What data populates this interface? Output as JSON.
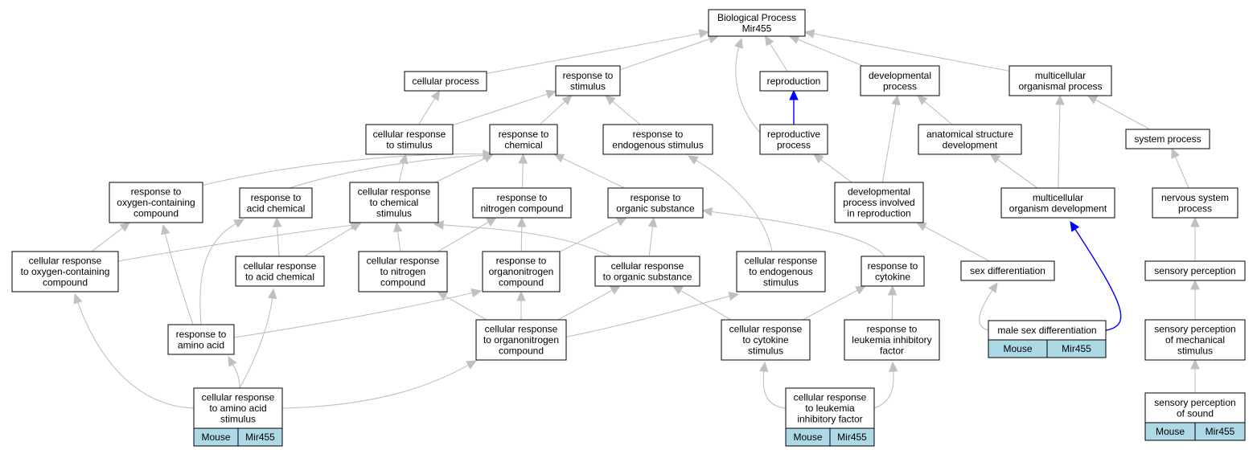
{
  "nodes": {
    "bp": {
      "lines": [
        "Biological Process",
        "Mir455"
      ]
    },
    "cp": {
      "lines": [
        "cellular process"
      ]
    },
    "rts": {
      "lines": [
        "response to",
        "stimulus"
      ]
    },
    "repro": {
      "lines": [
        "reproduction"
      ]
    },
    "devp": {
      "lines": [
        "developmental",
        "process"
      ]
    },
    "mop": {
      "lines": [
        "multicellular",
        "organismal process"
      ]
    },
    "crts": {
      "lines": [
        "cellular response",
        "to stimulus"
      ]
    },
    "rtc": {
      "lines": [
        "response to",
        "chemical"
      ]
    },
    "rtes": {
      "lines": [
        "response to",
        "endogenous stimulus"
      ]
    },
    "rp": {
      "lines": [
        "reproductive",
        "process"
      ]
    },
    "asd": {
      "lines": [
        "anatomical structure",
        "development"
      ]
    },
    "sp": {
      "lines": [
        "system process"
      ]
    },
    "rtocc": {
      "lines": [
        "response to",
        "oxygen-containing",
        "compound"
      ]
    },
    "rtac": {
      "lines": [
        "response to",
        "acid chemical"
      ]
    },
    "crtcs": {
      "lines": [
        "cellular response",
        "to chemical",
        "stimulus"
      ]
    },
    "rtnc": {
      "lines": [
        "response to",
        "nitrogen compound"
      ]
    },
    "rtos": {
      "lines": [
        "response to",
        "organic substance"
      ]
    },
    "dpir": {
      "lines": [
        "developmental",
        "process involved",
        "in reproduction"
      ]
    },
    "mod": {
      "lines": [
        "multicellular",
        "organism development"
      ]
    },
    "nsp": {
      "lines": [
        "nervous system",
        "process"
      ]
    },
    "crtocc": {
      "lines": [
        "cellular response",
        "to oxygen-containing",
        "compound"
      ]
    },
    "crtac": {
      "lines": [
        "cellular response",
        "to acid chemical"
      ]
    },
    "crtnc": {
      "lines": [
        "cellular response",
        "to nitrogen",
        "compound"
      ]
    },
    "rtonc": {
      "lines": [
        "response to",
        "organonitrogen",
        "compound"
      ]
    },
    "crtos": {
      "lines": [
        "cellular response",
        "to organic substance"
      ]
    },
    "crtes": {
      "lines": [
        "cellular response",
        "to endogenous",
        "stimulus"
      ]
    },
    "rtcyt": {
      "lines": [
        "response to",
        "cytokine"
      ]
    },
    "sd": {
      "lines": [
        "sex differentiation"
      ]
    },
    "sperc": {
      "lines": [
        "sensory perception"
      ]
    },
    "rtaa": {
      "lines": [
        "response to",
        "amino acid"
      ]
    },
    "crtonc": {
      "lines": [
        "cellular response",
        "to organonitrogen",
        "compound"
      ]
    },
    "crtcyt": {
      "lines": [
        "cellular response",
        "to cytokine",
        "stimulus"
      ]
    },
    "rtlif": {
      "lines": [
        "response to",
        "leukemia inhibitory",
        "factor"
      ]
    },
    "msd": {
      "lines": [
        "male sex differentiation"
      ],
      "cells": [
        "Mouse",
        "Mir455"
      ]
    },
    "spms": {
      "lines": [
        "sensory perception",
        "of mechanical",
        "stimulus"
      ]
    },
    "crtaas": {
      "lines": [
        "cellular response",
        "to amino acid",
        "stimulus"
      ],
      "cells": [
        "Mouse",
        "Mir455"
      ]
    },
    "crtlif": {
      "lines": [
        "cellular response",
        "to leukemia",
        "inhibitory factor"
      ],
      "cells": [
        "Mouse",
        "Mir455"
      ]
    },
    "spos": {
      "lines": [
        "sensory perception",
        "of sound"
      ],
      "cells": [
        "Mouse",
        "Mir455"
      ]
    }
  },
  "edges": [
    {
      "from": "cp",
      "to": "bp",
      "color": "#c0c0c0"
    },
    {
      "from": "rts",
      "to": "bp",
      "color": "#c0c0c0"
    },
    {
      "from": "repro",
      "to": "bp",
      "color": "#c0c0c0"
    },
    {
      "from": "devp",
      "to": "bp",
      "color": "#c0c0c0"
    },
    {
      "from": "mop",
      "to": "bp",
      "color": "#c0c0c0"
    },
    {
      "from": "rp",
      "to": "bp",
      "color": "#c0c0c0"
    },
    {
      "from": "crts",
      "to": "cp",
      "color": "#c0c0c0"
    },
    {
      "from": "crts",
      "to": "rts",
      "color": "#c0c0c0"
    },
    {
      "from": "rtc",
      "to": "rts",
      "color": "#c0c0c0"
    },
    {
      "from": "rtes",
      "to": "rts",
      "color": "#c0c0c0"
    },
    {
      "from": "rp",
      "to": "repro",
      "color": "#0000ff"
    },
    {
      "from": "dpir",
      "to": "rp",
      "color": "#c0c0c0"
    },
    {
      "from": "dpir",
      "to": "devp",
      "color": "#c0c0c0"
    },
    {
      "from": "asd",
      "to": "devp",
      "color": "#c0c0c0"
    },
    {
      "from": "mod",
      "to": "asd",
      "color": "#c0c0c0"
    },
    {
      "from": "mod",
      "to": "mop",
      "color": "#c0c0c0"
    },
    {
      "from": "sp",
      "to": "mop",
      "color": "#c0c0c0"
    },
    {
      "from": "nsp",
      "to": "sp",
      "color": "#c0c0c0"
    },
    {
      "from": "sperc",
      "to": "nsp",
      "color": "#c0c0c0"
    },
    {
      "from": "spms",
      "to": "sperc",
      "color": "#c0c0c0"
    },
    {
      "from": "spos",
      "to": "spms",
      "color": "#c0c0c0"
    },
    {
      "from": "rtocc",
      "to": "rtc",
      "color": "#c0c0c0"
    },
    {
      "from": "rtac",
      "to": "rtc",
      "color": "#c0c0c0"
    },
    {
      "from": "crtcs",
      "to": "rtc",
      "color": "#c0c0c0"
    },
    {
      "from": "crtcs",
      "to": "crts",
      "color": "#c0c0c0"
    },
    {
      "from": "rtnc",
      "to": "rtc",
      "color": "#c0c0c0"
    },
    {
      "from": "rtos",
      "to": "rtc",
      "color": "#c0c0c0"
    },
    {
      "from": "crtocc",
      "to": "rtocc",
      "color": "#c0c0c0"
    },
    {
      "from": "crtocc",
      "to": "crtcs",
      "color": "#c0c0c0"
    },
    {
      "from": "crtac",
      "to": "rtac",
      "color": "#c0c0c0"
    },
    {
      "from": "crtac",
      "to": "crtcs",
      "color": "#c0c0c0"
    },
    {
      "from": "crtnc",
      "to": "crtcs",
      "color": "#c0c0c0"
    },
    {
      "from": "crtnc",
      "to": "rtnc",
      "color": "#c0c0c0"
    },
    {
      "from": "rtonc",
      "to": "rtnc",
      "color": "#c0c0c0"
    },
    {
      "from": "rtonc",
      "to": "rtos",
      "color": "#c0c0c0"
    },
    {
      "from": "crtos",
      "to": "crtcs",
      "color": "#c0c0c0"
    },
    {
      "from": "crtos",
      "to": "rtos",
      "color": "#c0c0c0"
    },
    {
      "from": "crtes",
      "to": "rtes",
      "color": "#c0c0c0"
    },
    {
      "from": "rtcyt",
      "to": "rtos",
      "color": "#c0c0c0"
    },
    {
      "from": "sd",
      "to": "dpir",
      "color": "#c0c0c0"
    },
    {
      "from": "msd",
      "to": "sd",
      "color": "#c0c0c0"
    },
    {
      "from": "msd",
      "to": "mod",
      "color": "#0000ff"
    },
    {
      "from": "rtaa",
      "to": "rtocc",
      "color": "#c0c0c0"
    },
    {
      "from": "rtaa",
      "to": "rtac",
      "color": "#c0c0c0"
    },
    {
      "from": "rtaa",
      "to": "rtonc",
      "color": "#c0c0c0"
    },
    {
      "from": "crtonc",
      "to": "crtnc",
      "color": "#c0c0c0"
    },
    {
      "from": "crtonc",
      "to": "rtonc",
      "color": "#c0c0c0"
    },
    {
      "from": "crtonc",
      "to": "crtos",
      "color": "#c0c0c0"
    },
    {
      "from": "crtonc",
      "to": "crtes",
      "color": "#c0c0c0"
    },
    {
      "from": "crtcyt",
      "to": "crtos",
      "color": "#c0c0c0"
    },
    {
      "from": "crtcyt",
      "to": "rtcyt",
      "color": "#c0c0c0"
    },
    {
      "from": "rtlif",
      "to": "rtcyt",
      "color": "#c0c0c0"
    },
    {
      "from": "crtaas",
      "to": "rtaa",
      "color": "#c0c0c0"
    },
    {
      "from": "crtaas",
      "to": "crtocc",
      "color": "#c0c0c0"
    },
    {
      "from": "crtaas",
      "to": "crtac",
      "color": "#c0c0c0"
    },
    {
      "from": "crtaas",
      "to": "crtonc",
      "color": "#c0c0c0"
    },
    {
      "from": "crtlif",
      "to": "crtcyt",
      "color": "#c0c0c0"
    },
    {
      "from": "crtlif",
      "to": "rtlif",
      "color": "#c0c0c0"
    }
  ]
}
